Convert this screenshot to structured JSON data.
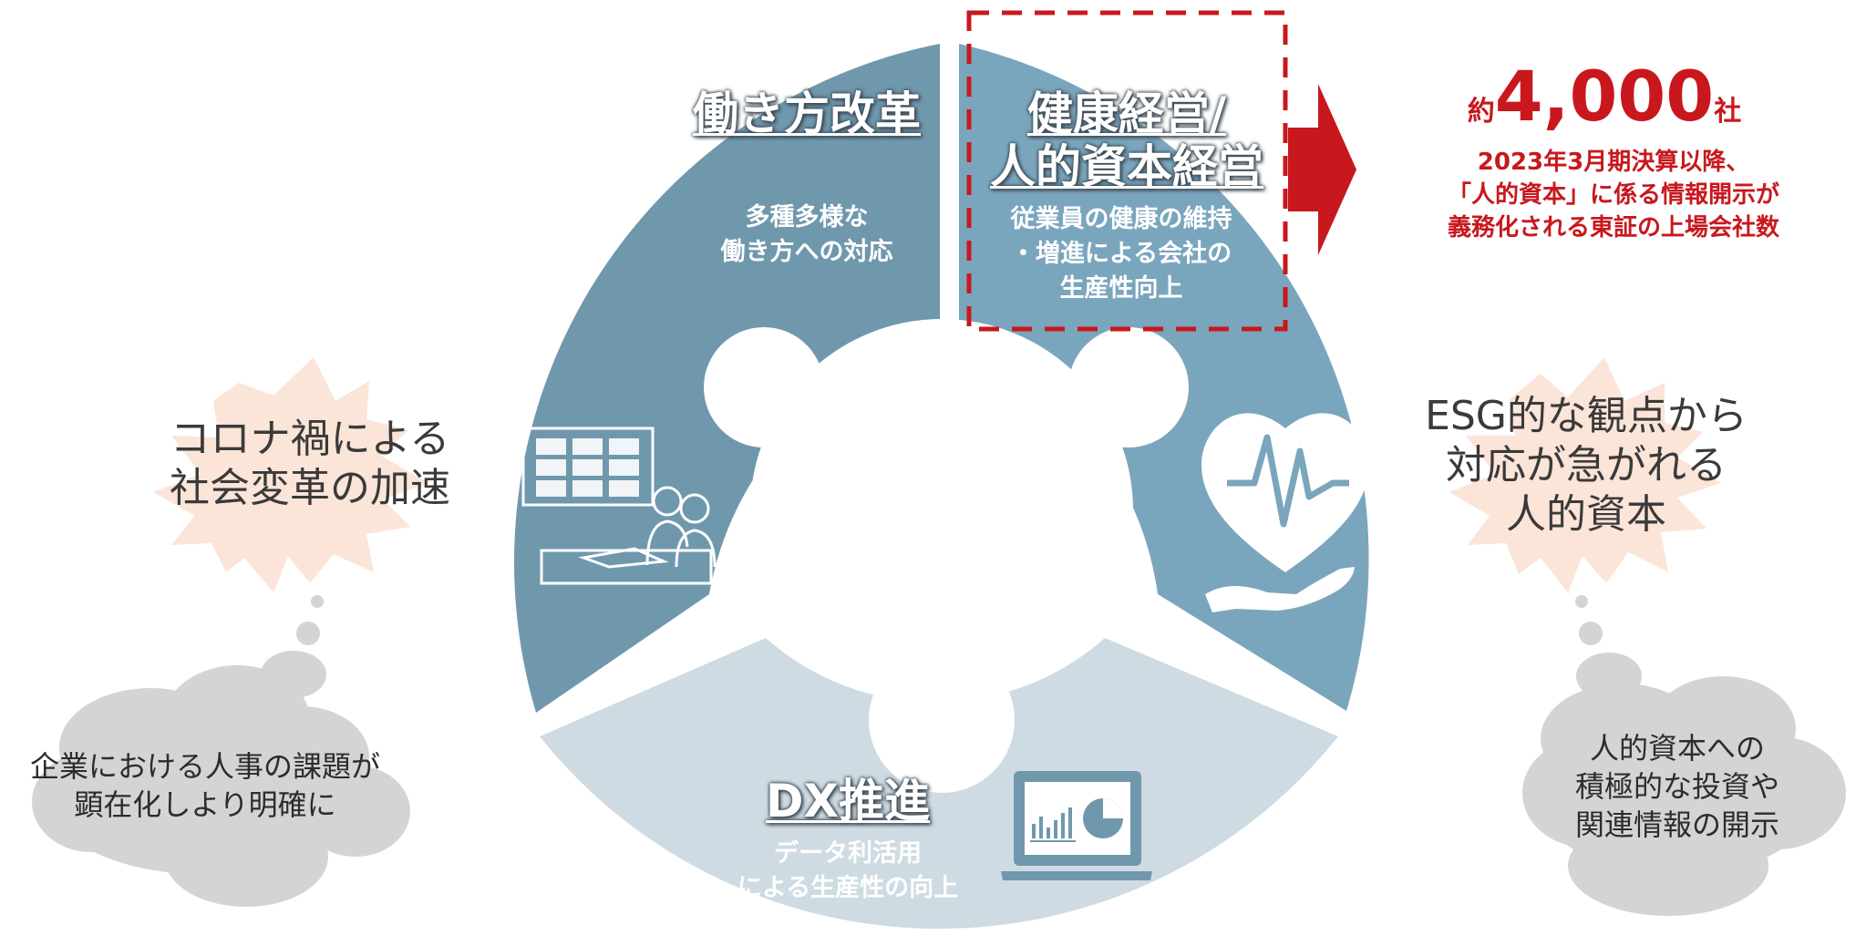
{
  "segments": {
    "work_style": {
      "title": "働き方改革",
      "desc": [
        "多種多様な",
        "働き方への対応"
      ]
    },
    "health": {
      "title": [
        "健康経営/",
        "人的資本経営"
      ],
      "desc": [
        "従業員の健康の維持",
        "・増進による会社の",
        "生産性向上"
      ]
    },
    "dx": {
      "title": "DX推進",
      "desc": [
        "データ利活用",
        "による生産性の向上"
      ]
    }
  },
  "left_shout": [
    "コロナ禍による",
    "社会変革の加速"
  ],
  "right_shout": [
    "ESG的な観点から",
    "対応が急がれる",
    "人的資本"
  ],
  "left_cloud": [
    "企業における人事の課題が",
    "顕在化しより明確に"
  ],
  "right_cloud": [
    "人的資本への",
    "積極的な投資や",
    "関連情報の開示"
  ],
  "stat": {
    "prefix": "約",
    "number": "4,000",
    "suffix": "社",
    "lines": [
      "2023年3月期決算以降、",
      "「人的資本」に係る情報開示が",
      "義務化される東証の上場会社数"
    ]
  },
  "colors": {
    "segment_dark": "#6f98ad",
    "segment_mid": "#7aa6bd",
    "segment_light": "#cfdbe2",
    "callout_red": "#c8181d",
    "burst_fill": "#fbe4d8",
    "cloud_fill": "#d4d4d4"
  },
  "icons": [
    "video-conference-icon",
    "heart-pulse-hand-icon",
    "laptop-chart-icon"
  ]
}
